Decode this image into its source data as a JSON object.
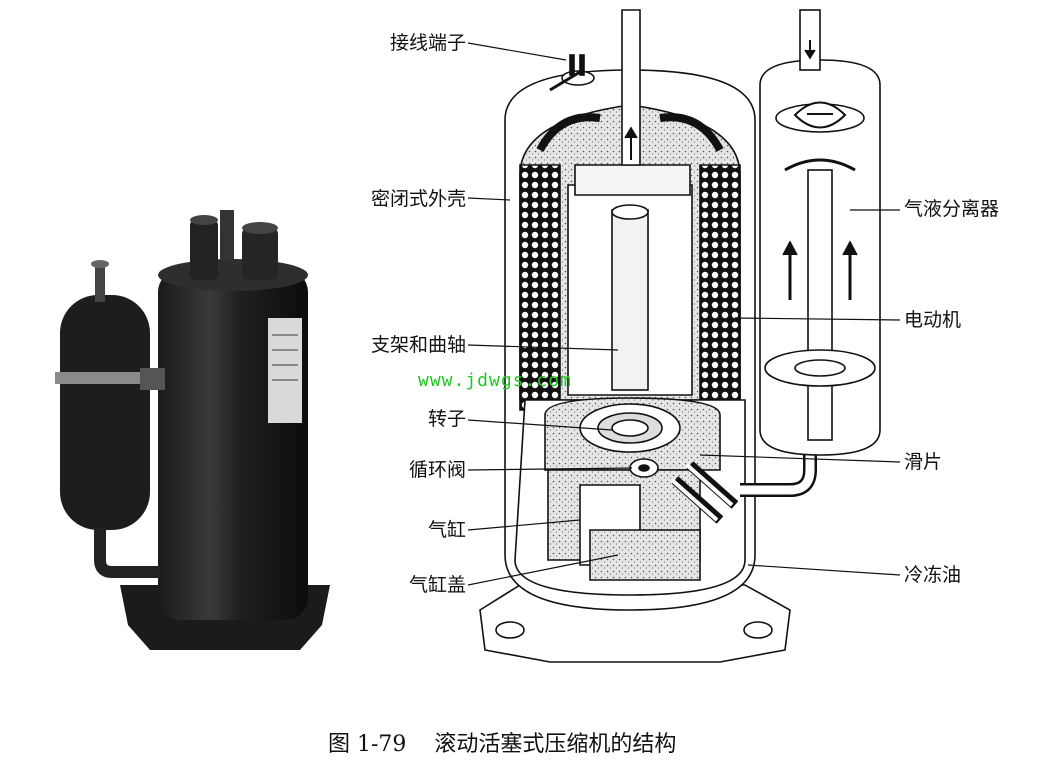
{
  "labels_left": [
    "接线端子",
    "密闭式外壳",
    "支架和曲轴",
    "转子",
    "循环阀",
    "气缸",
    "气缸盖"
  ],
  "labels_right": [
    "气液分离器",
    "电动机",
    "滑片",
    "冷冻油"
  ],
  "watermark": "www.jdwgs.com",
  "caption": "图 1-79    滚动活塞式压缩机的结构"
}
